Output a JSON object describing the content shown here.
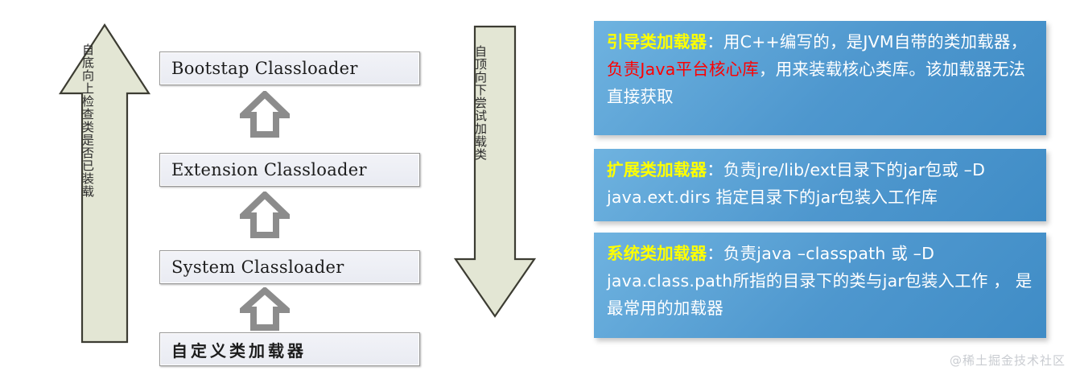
{
  "diagram": {
    "left_arrow_label": "自底向上检查类是否已装载",
    "right_arrow_label": "自顶向下尝试加载类",
    "boxes": [
      {
        "label": "Bootstap Classloader"
      },
      {
        "label": "Extension Classloader"
      },
      {
        "label": "System Classloader"
      },
      {
        "label": "自定义类加载器"
      }
    ],
    "arrow_fill": "#e3e6d4",
    "arrow_stroke": "#3c3c32",
    "connector_color": "#8c8c8c",
    "box_fill": "#eef0f5"
  },
  "callouts": [
    {
      "keyword": "引导类加载器",
      "segments": [
        {
          "text": "：用C++编写的，是JVM自带的类加载器，",
          "style": "body"
        },
        {
          "text": "负责Java平台核心库",
          "style": "hl"
        },
        {
          "text": "，用来装载核心类库。该加载器无法直接获取",
          "style": "body"
        }
      ]
    },
    {
      "keyword": "扩展类加载器",
      "segments": [
        {
          "text": "：负责jre/lib/ext目录下的jar包或 –D java.ext.dirs 指定目录下的jar包装入工作库",
          "style": "body"
        }
      ]
    },
    {
      "keyword": "系统类加载器",
      "segments": [
        {
          "text": "：负责java –classpath 或 –D java.class.path所指的目录下的类与jar包装入工作 ， 是最常用的加载器",
          "style": "body"
        }
      ]
    }
  ],
  "colors": {
    "callout_blue": "#4e97ce",
    "keyword_yellow": "#ffff00",
    "highlight_red": "#ff0000",
    "text_white": "#ffffff"
  },
  "watermark": {
    "text": "@稀土掘金技术社区"
  }
}
